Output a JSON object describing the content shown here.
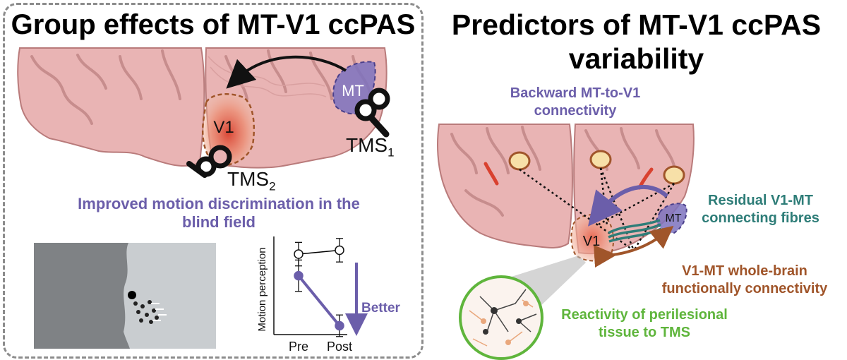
{
  "left": {
    "title": "Group effects of MT-V1 ccPAS",
    "region_mt": "MT",
    "region_v1": "V1",
    "tms1": "TMS",
    "tms1_sub": "1",
    "tms2": "TMS",
    "tms2_sub": "2",
    "subtitle_line1": "Improved motion discrimination in the",
    "subtitle_line2": "blind field",
    "better_label": "Better",
    "colors": {
      "purple": "#6b5eaa",
      "brain": "#e9b4b4",
      "lesion": "#d9412f"
    }
  },
  "right": {
    "title_line1": "Predictors of MT-V1 ccPAS",
    "title_line2": "variability",
    "backward_line1": "Backward MT-to-V1",
    "backward_line2": "connectivity",
    "residual_line1": "Residual V1-MT",
    "residual_line2": "connecting fibres",
    "wholebrain_line1": "V1-MT whole-brain",
    "wholebrain_line2": "functionally connectivity",
    "reactivity_line1": "Reactivity of perilesional",
    "reactivity_line2": "tissue to TMS",
    "region_mt": "MT",
    "region_v1": "V1",
    "colors": {
      "purple": "#6b5eaa",
      "teal": "#2e7d78",
      "brown": "#a0552a",
      "green": "#5fb53c"
    }
  },
  "chart_data": {
    "type": "line",
    "ylabel": "Motion perception",
    "categories": [
      "Pre",
      "Post"
    ],
    "series": [
      {
        "values": [
          0.82,
          0.86
        ],
        "errors": [
          0.12,
          0.12
        ],
        "marker": "open",
        "color": "#000000"
      },
      {
        "values": [
          0.6,
          0.09
        ],
        "errors": [
          0.16,
          0.11
        ],
        "marker": "filled",
        "color": "#6b5eaa"
      }
    ],
    "ylim": [
      0,
      1
    ]
  }
}
